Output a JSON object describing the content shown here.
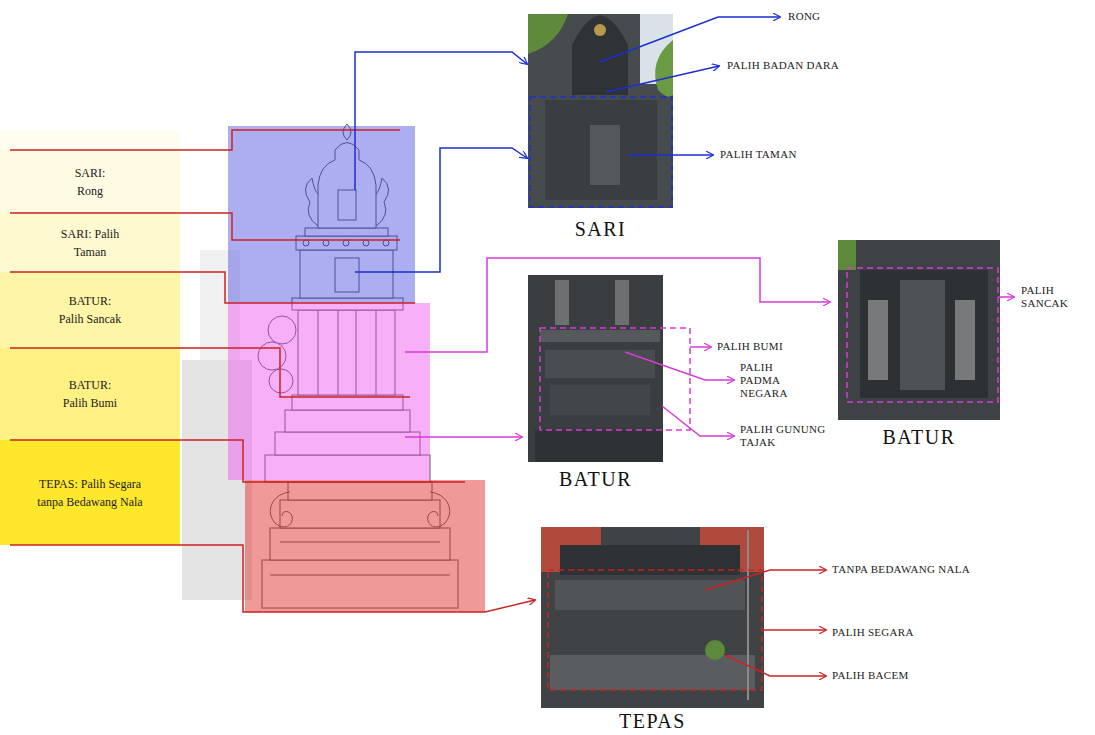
{
  "diagram": {
    "nodes": [
      {
        "text": [
          "SARI: Rong"
        ]
      },
      {
        "text": [
          "SARI: Palih Taman"
        ]
      },
      {
        "text": [
          "BATUR: Palih Sancak"
        ]
      },
      {
        "text": [
          "BATUR: Palih Bumi"
        ]
      },
      {
        "text": [
          "TEPAS: Palih Segara tanpa Bedawang Nala"
        ]
      },
      {
        "text": [
          "SARI"
        ]
      },
      {
        "text": [
          "BATUR"
        ]
      },
      {
        "text": [
          "BATUR"
        ]
      },
      {
        "text": [
          "TEPAS"
        ]
      }
    ],
    "labels": [
      "RONG",
      "PALIH BADAN DARA",
      "PALIH TAMAN",
      "PALIH SANCAK",
      "PALIH BUMI",
      "PALIH PADMA NEGARA",
      "PALIH GUNUNG TAJAK",
      "TANPA BEDAWANG NALA",
      "PALIH SEGARA",
      "PALIH BACEM"
    ]
  }
}
